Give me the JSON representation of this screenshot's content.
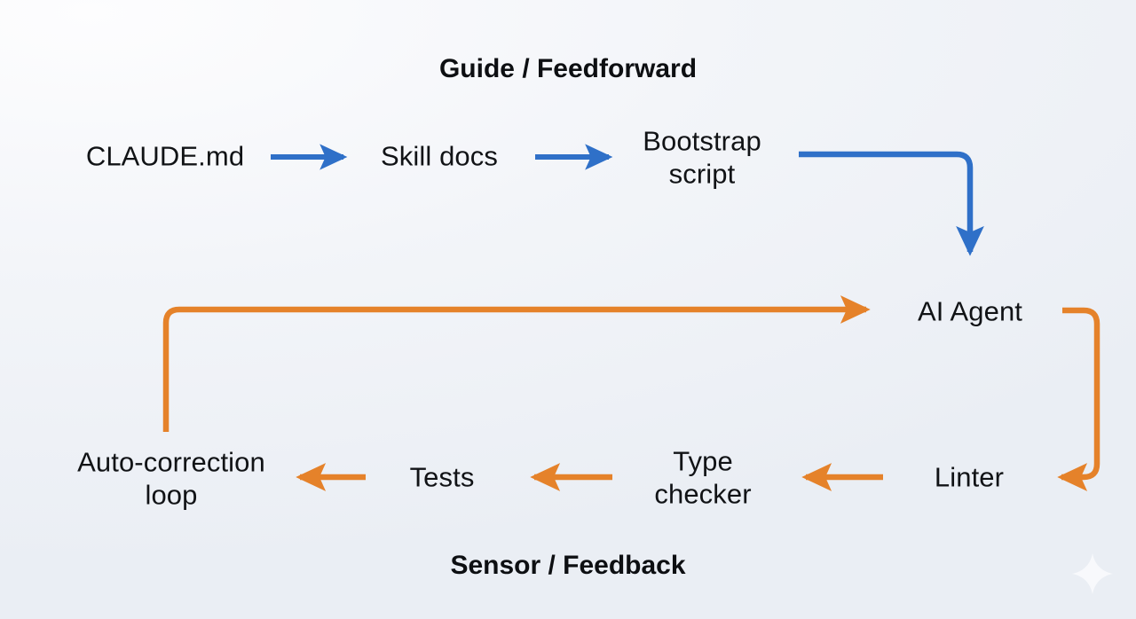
{
  "diagram": {
    "title_top": "Guide / Feedforward",
    "title_bottom": "Sensor / Feedback",
    "background_color": "#eef1f6",
    "feedforward_color": "#2f70c8",
    "feedback_color": "#e5822a",
    "text_color": "#111316"
  },
  "nodes": {
    "claude_md": "CLAUDE.md",
    "skill_docs": "Skill docs",
    "bootstrap_script": "Bootstrap\nscript",
    "ai_agent": "AI Agent",
    "linter": "Linter",
    "type_checker": "Type\nchecker",
    "tests": "Tests",
    "auto_correction_loop": "Auto-correction\nloop"
  },
  "flows": {
    "feedforward": {
      "label": "Guide / Feedforward",
      "color": "#2f70c8",
      "sequence": [
        "CLAUDE.md",
        "Skill docs",
        "Bootstrap script",
        "AI Agent"
      ]
    },
    "feedback": {
      "label": "Sensor / Feedback",
      "color": "#e5822a",
      "sequence": [
        "AI Agent",
        "Linter",
        "Type checker",
        "Tests",
        "Auto-correction loop",
        "AI Agent"
      ]
    }
  },
  "watermark": {
    "icon": "sparkle-icon"
  }
}
